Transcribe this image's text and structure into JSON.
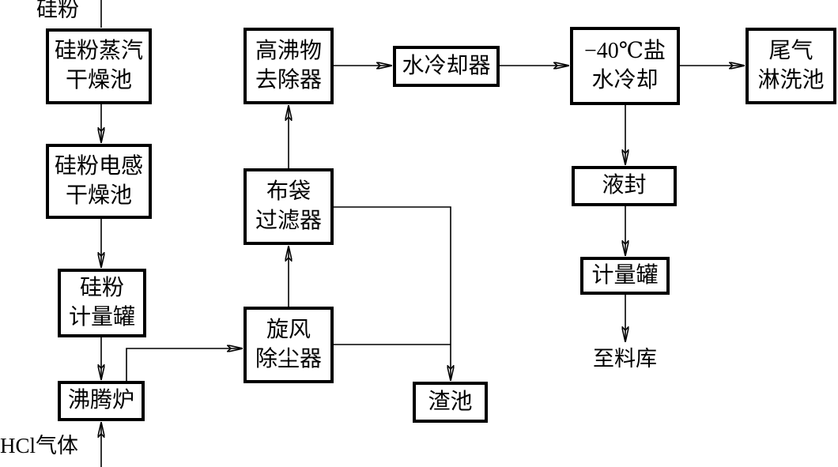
{
  "diagram": {
    "type": "process-flow-diagram",
    "subject": "silicon-powder-hcl-chlorination-process",
    "colors": {
      "background": "#ffffff",
      "line": "#000000",
      "box_border": "#000000",
      "text": "#000000"
    },
    "labels": {
      "silicon_powder_feed": "硅粉",
      "hcl_gas_feed": "HCl气体",
      "to_storage": "至料库"
    },
    "nodes": {
      "steam_dryer": {
        "line1": "硅粉蒸汽",
        "line2": "干燥池"
      },
      "induction_dryer": {
        "line1": "硅粉电感",
        "line2": "干燥池"
      },
      "silicon_metering_tank": {
        "line1": "硅粉",
        "line2": "计量罐"
      },
      "fluidized_bed_furnace": {
        "line1": "沸腾炉"
      },
      "cyclone_dust_remover": {
        "line1": "旋风",
        "line2": "除尘器"
      },
      "bag_filter": {
        "line1": "布袋",
        "line2": "过滤器"
      },
      "high_boiler_remover": {
        "line1": "高沸物",
        "line2": "去除器"
      },
      "water_cooler": {
        "line1": "水冷却器"
      },
      "brine_cooler_minus40c": {
        "line1": "−40℃盐",
        "line2": "水冷却"
      },
      "tail_gas_scrubber": {
        "line1": "尾气",
        "line2": "淋洗池"
      },
      "liquid_seal": {
        "line1": "液封"
      },
      "metering_tank": {
        "line1": "计量罐"
      },
      "slag_pool": {
        "line1": "渣池"
      }
    },
    "edges": [
      {
        "from": "silicon_powder_feed",
        "to": "steam_dryer",
        "arrow": false
      },
      {
        "from": "steam_dryer",
        "to": "induction_dryer",
        "arrow": true
      },
      {
        "from": "induction_dryer",
        "to": "silicon_metering_tank",
        "arrow": true
      },
      {
        "from": "silicon_metering_tank",
        "to": "fluidized_bed_furnace",
        "arrow": true
      },
      {
        "from": "hcl_gas_feed",
        "to": "fluidized_bed_furnace",
        "arrow": true
      },
      {
        "from": "fluidized_bed_furnace",
        "to": "cyclone_dust_remover",
        "arrow": true
      },
      {
        "from": "cyclone_dust_remover",
        "to": "bag_filter",
        "arrow": true
      },
      {
        "from": "bag_filter",
        "to": "high_boiler_remover",
        "arrow": true
      },
      {
        "from": "high_boiler_remover",
        "to": "water_cooler",
        "arrow": true
      },
      {
        "from": "water_cooler",
        "to": "brine_cooler_minus40c",
        "arrow": true
      },
      {
        "from": "brine_cooler_minus40c",
        "to": "tail_gas_scrubber",
        "arrow": true
      },
      {
        "from": "brine_cooler_minus40c",
        "to": "liquid_seal",
        "arrow": true
      },
      {
        "from": "liquid_seal",
        "to": "metering_tank",
        "arrow": true
      },
      {
        "from": "metering_tank",
        "to": "to_storage",
        "arrow": true
      },
      {
        "from": "bag_filter",
        "to": "slag_pool",
        "arrow": true
      },
      {
        "from": "cyclone_dust_remover",
        "to": "slag_pool",
        "arrow": true
      }
    ]
  }
}
